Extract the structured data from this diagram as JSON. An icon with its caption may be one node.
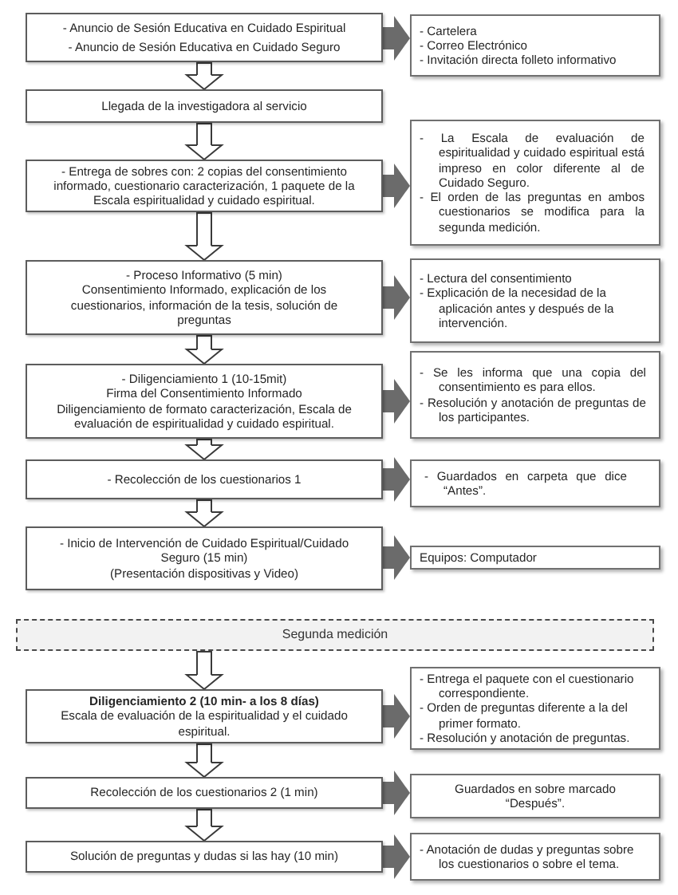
{
  "diagram": {
    "nodes": [
      {
        "text": [
          "- Anuncio de Sesión Educativa en Cuidado Espiritual",
          "- Anuncio de Sesión Educativa en Cuidado Seguro"
        ]
      },
      {
        "text": [
          "- Cartelera",
          "- Correo Electrónico",
          "- Invitación directa folleto informativo"
        ]
      },
      {
        "text": [
          "Llegada de la investigadora al servicio"
        ]
      },
      {
        "text": [
          "- Entrega de sobres con: 2 copias del consentimiento informado, cuestionario caracterización, 1 paquete de la Escala espiritualidad y cuidado espiritual."
        ]
      },
      {
        "text": [
          "- La Escala de evaluación de espiritualidad y cuidado espiritual está impreso en color diferente al de Cuidado Seguro.",
          "- El orden de las preguntas en ambos cuestionarios se modifica para la segunda medición."
        ]
      },
      {
        "text": [
          "- Proceso Informativo (5 min)",
          "Consentimiento Informado, explicación de los cuestionarios, información de la tesis, solución de preguntas"
        ]
      },
      {
        "text": [
          "- Lectura del consentimiento",
          "- Explicación de la necesidad de la aplicación antes y después de la intervención."
        ]
      },
      {
        "text": [
          "- Diligenciamiento 1 (10-15mit)",
          "Firma del Consentimiento Informado",
          "Diligenciamiento de formato caracterización, Escala de evaluación de espiritualidad y cuidado espiritual."
        ]
      },
      {
        "text": [
          "- Se les informa que una copia del consentimiento es para ellos.",
          "- Resolución y anotación de preguntas de los participantes."
        ]
      },
      {
        "text": [
          "- Recolección de los cuestionarios 1"
        ]
      },
      {
        "text": [
          "- Guardados en carpeta que dice “Antes”."
        ]
      },
      {
        "text": [
          "- Inicio de Intervención de Cuidado Espiritual/Cuidado Seguro (15 min)",
          "(Presentación dispositivas y Video)"
        ]
      },
      {
        "text": [
          "Equipos: Computador"
        ]
      },
      {
        "text": [
          "Segunda medición"
        ]
      },
      {
        "text": [
          "Diligenciamiento 2 (10 min- a los 8 días)",
          "Escala de evaluación de la espiritualidad y el cuidado espiritual."
        ]
      },
      {
        "text": [
          "- Entrega el paquete con el cuestionario correspondiente.",
          "- Orden de preguntas diferente a la del primer formato.",
          "- Resolución y anotación de preguntas."
        ]
      },
      {
        "text": [
          "Recolección de los cuestionarios 2 (1 min)"
        ]
      },
      {
        "text": [
          "Guardados en sobre marcado “Después”."
        ]
      },
      {
        "text": [
          "Solución de preguntas y dudas si las hay (10 min)"
        ]
      },
      {
        "text": [
          "- Anotación de dudas y preguntas sobre los cuestionarios o sobre el tema."
        ]
      }
    ],
    "edges": [
      {
        "from": 0,
        "to": 1,
        "arrow": "to",
        "style": "thick",
        "color": "#6b6b6b"
      },
      {
        "from": 0,
        "to": 2,
        "arrow": "to"
      },
      {
        "from": 2,
        "to": 3,
        "arrow": "to"
      },
      {
        "from": 3,
        "to": 4,
        "arrow": "to",
        "style": "thick",
        "color": "#6b6b6b"
      },
      {
        "from": 3,
        "to": 5,
        "arrow": "to"
      },
      {
        "from": 5,
        "to": 6,
        "arrow": "to",
        "style": "thick",
        "color": "#6b6b6b"
      },
      {
        "from": 5,
        "to": 7,
        "arrow": "to"
      },
      {
        "from": 7,
        "to": 8,
        "arrow": "to",
        "style": "thick",
        "color": "#6b6b6b"
      },
      {
        "from": 7,
        "to": 9,
        "arrow": "to"
      },
      {
        "from": 9,
        "to": 10,
        "arrow": "to",
        "style": "thick",
        "color": "#6b6b6b"
      },
      {
        "from": 9,
        "to": 11,
        "arrow": "to"
      },
      {
        "from": 11,
        "to": 12,
        "arrow": "to",
        "style": "thick",
        "color": "#6b6b6b"
      },
      {
        "from": 13,
        "to": 14,
        "arrow": "to"
      },
      {
        "from": 14,
        "to": 15,
        "arrow": "to",
        "style": "thick",
        "color": "#6b6b6b"
      },
      {
        "from": 14,
        "to": 16,
        "arrow": "to"
      },
      {
        "from": 16,
        "to": 17,
        "arrow": "to",
        "style": "thick",
        "color": "#6b6b6b"
      },
      {
        "from": 16,
        "to": 18,
        "arrow": "to"
      },
      {
        "from": 18,
        "to": 19,
        "arrow": "to",
        "style": "thick",
        "color": "#6b6b6b"
      }
    ]
  }
}
